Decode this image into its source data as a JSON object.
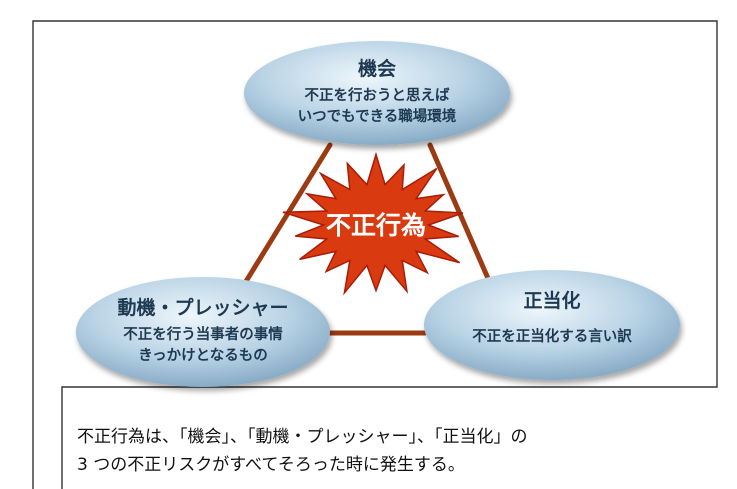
{
  "colors": {
    "frame": "#333333",
    "triangle": "#9c3a12",
    "burst_fill": "#d93a10",
    "burst_stroke": "#a81c08",
    "ellipse_light": "#eef6fb",
    "ellipse_dark": "#7fa4c0",
    "node_text": "#1e3a52"
  },
  "nodes": {
    "opportunity": {
      "title": "機会",
      "line1": "不正を行おうと思えば",
      "line2": "いつでもできる職場環境"
    },
    "motive": {
      "title": "動機・プレッシャー",
      "line1": "不正を行う当事者の事情",
      "line2": "きっかけとなるもの"
    },
    "rationalization": {
      "title": "正当化",
      "line1": "不正を正当化する言い訳"
    }
  },
  "center": {
    "label": "不正行為"
  },
  "caption": {
    "line1": "不正行為は、「機会」、「動機・プレッシャー」、「正当化」の",
    "line2": "3 つの不正リスクがすべてそろった時に発生する。"
  }
}
